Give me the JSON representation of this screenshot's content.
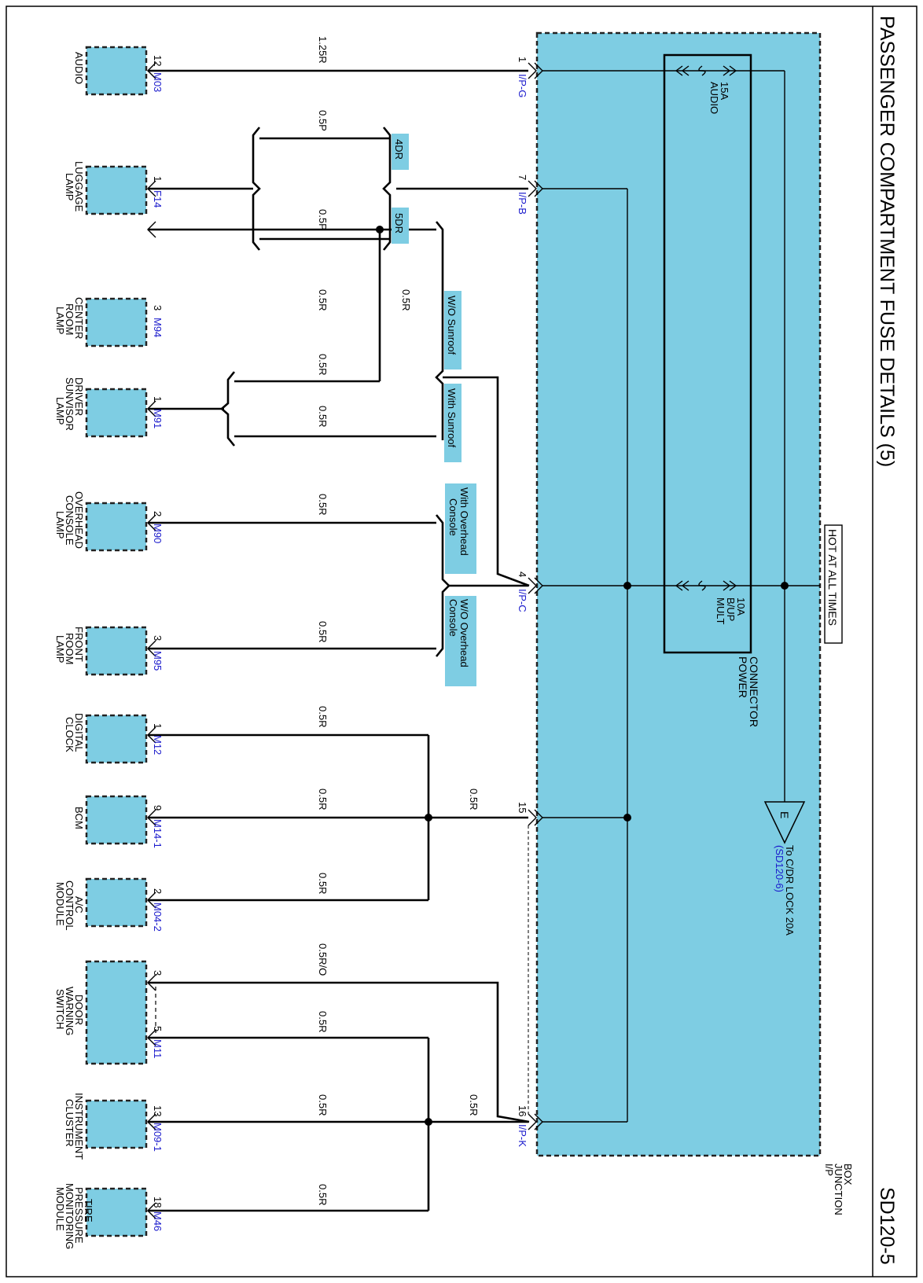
{
  "title": "PASSENGER COMPARTMENT FUSE DETAILS (5)",
  "page_code": "SD120-5",
  "hot_label": "HOT AT ALL TIMES",
  "junction_box_label": [
    "I/P",
    "JUNCTION",
    "BOX"
  ],
  "power_connector_label": [
    "POWER",
    "CONNECTOR"
  ],
  "fuses": [
    {
      "name": "AUDIO",
      "rating": "15A"
    },
    {
      "name": [
        "MULT",
        "B/UP"
      ],
      "rating": "10A"
    }
  ],
  "ground_ref": {
    "symbol": "E",
    "to": "To C/DR LOCK 20A",
    "ref": "(SD120-6)"
  },
  "jb_pins": [
    {
      "pin": "1",
      "conn": "I/P-G"
    },
    {
      "pin": "7",
      "conn": "I/P-B"
    },
    {
      "pin": "4",
      "conn": "I/P-C"
    },
    {
      "pin": "15",
      "conn": ""
    },
    {
      "pin": "16",
      "conn": "I/P-K"
    }
  ],
  "options": {
    "4dr": "4DR",
    "5dr": "5DR",
    "wo_sunroof": "W/O Sunroof",
    "with_sunroof": "With Sunroof",
    "with_overhead": [
      "With Overhead",
      "Console"
    ],
    "wo_overhead": [
      "W/O Overhead",
      "Console"
    ]
  },
  "wire_labels": {
    "audio": "1.25R",
    "lug_4dr": "0.5P",
    "lug_5dr": "0.5P",
    "m94": "0.5R",
    "sunroof_bus": "0.5R",
    "m91_a": "0.5R",
    "m91_b": "0.5R",
    "m90": "0.5R",
    "m95": "0.5R",
    "m12": "0.5R",
    "m14": "0.5R",
    "pin15": "0.5R",
    "m04": "0.5R",
    "door3": "0.5R/O",
    "door5": "0.5R",
    "m09": "0.5R",
    "pin16": "0.5R",
    "m46": "0.5R"
  },
  "components": [
    {
      "name": [
        "AUDIO"
      ],
      "pin": "12",
      "conn": "M03"
    },
    {
      "name": [
        "LUGGAGE",
        "LAMP"
      ],
      "pin": "1",
      "conn": "F14"
    },
    {
      "name": [
        "CENTER",
        "ROOM",
        "LAMP"
      ],
      "pin": "3",
      "conn": "M94"
    },
    {
      "name": [
        "DRIVER",
        "SUNVISOR",
        "LAMP"
      ],
      "pin": "1",
      "conn": "M91"
    },
    {
      "name": [
        "OVERHEAD",
        "CONSOLE",
        "LAMP"
      ],
      "pin": "2",
      "conn": "M90"
    },
    {
      "name": [
        "FRONT",
        "ROOM",
        "LAMP"
      ],
      "pin": "3",
      "conn": "M95"
    },
    {
      "name": [
        "DIGITAL",
        "CLOCK"
      ],
      "pin": "1",
      "conn": "M12"
    },
    {
      "name": [
        "BCM"
      ],
      "pin": "9",
      "conn": "M14-1"
    },
    {
      "name": [
        "A/C",
        "CONTROL",
        "MODULE"
      ],
      "pin": "2",
      "conn": "M04-2"
    },
    {
      "name": [
        "DOOR",
        "WARNING",
        "SWITCH"
      ],
      "pin": "3",
      "pin2": "5",
      "conn": "M11"
    },
    {
      "name": [
        "INSTRUMENT",
        "CLUSTER"
      ],
      "pin": "13",
      "conn": "M09-1"
    },
    {
      "name": [
        "TIRE",
        "PRESSURE",
        "MONITORING",
        "MODULE"
      ],
      "pin": "18",
      "conn": "M46"
    }
  ],
  "colors": {
    "box_fill": "#7ecde3",
    "connector_text": "#1a1acc",
    "line": "#000000"
  }
}
